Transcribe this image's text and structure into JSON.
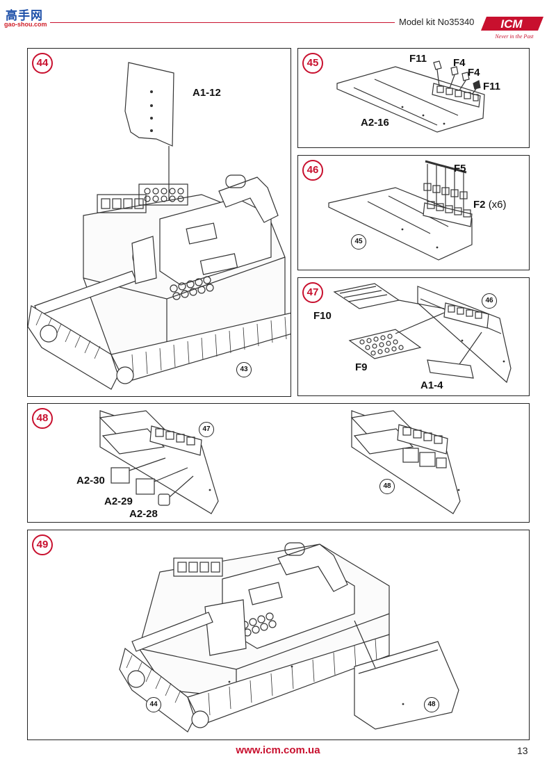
{
  "header": {
    "site_logo_cn": "高手网",
    "site_logo_url": "gao-shou.com",
    "kit_number": "Model kit No35340",
    "brand": "ICM",
    "brand_tagline": "Never in the Past"
  },
  "steps": [
    {
      "number": "44",
      "parts": [
        {
          "label": "A1-12"
        }
      ],
      "refs": [
        "43"
      ]
    },
    {
      "number": "45",
      "parts": [
        {
          "label": "F11"
        },
        {
          "label": "F4"
        },
        {
          "label": "F4"
        },
        {
          "label": "F11"
        },
        {
          "label": "A2-16"
        }
      ],
      "refs": []
    },
    {
      "number": "46",
      "parts": [
        {
          "label": "F5"
        },
        {
          "label": "F2",
          "qty": "(x6)"
        }
      ],
      "refs": [
        "45"
      ]
    },
    {
      "number": "47",
      "parts": [
        {
          "label": "F10"
        },
        {
          "label": "F9"
        },
        {
          "label": "A1-4"
        }
      ],
      "refs": [
        "46"
      ]
    },
    {
      "number": "48",
      "parts": [
        {
          "label": "A2-30"
        },
        {
          "label": "A2-29"
        },
        {
          "label": "A2-28"
        }
      ],
      "refs": [
        "47",
        "48"
      ]
    },
    {
      "number": "49",
      "parts": [],
      "refs": [
        "44",
        "48"
      ]
    }
  ],
  "footer": {
    "url": "www.icm.com.ua",
    "page_number": "13"
  },
  "colors": {
    "accent_red": "#c8102e",
    "line": "#222222"
  }
}
